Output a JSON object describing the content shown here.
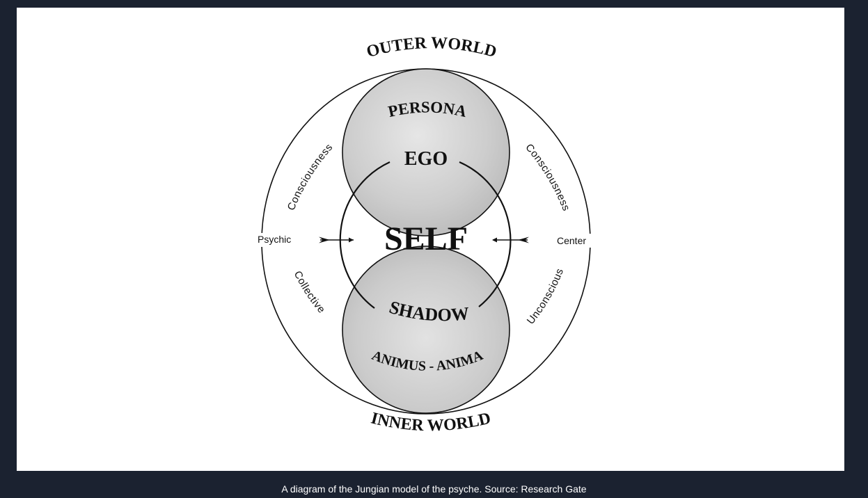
{
  "diagram": {
    "outer_world": "OUTER WORLD",
    "inner_world": "INNER WORLD",
    "persona": "PERSONA",
    "ego": "EGO",
    "self": "SELF",
    "shadow": "SHADOW",
    "animus_anima": "ANIMUS - ANIMA",
    "consciousness_left": "Consciousness",
    "consciousness_right": "Consciousness",
    "collective": "Collective",
    "unconscious": "Unconscious",
    "psychic": "Psychic",
    "center": "Center"
  },
  "caption": "A diagram of the Jungian model of the psyche. Source: Research Gate",
  "colors": {
    "background": "#1b2230",
    "frame": "#ffffff",
    "circle_fill": "#c9c9c9",
    "ink": "#111111"
  }
}
